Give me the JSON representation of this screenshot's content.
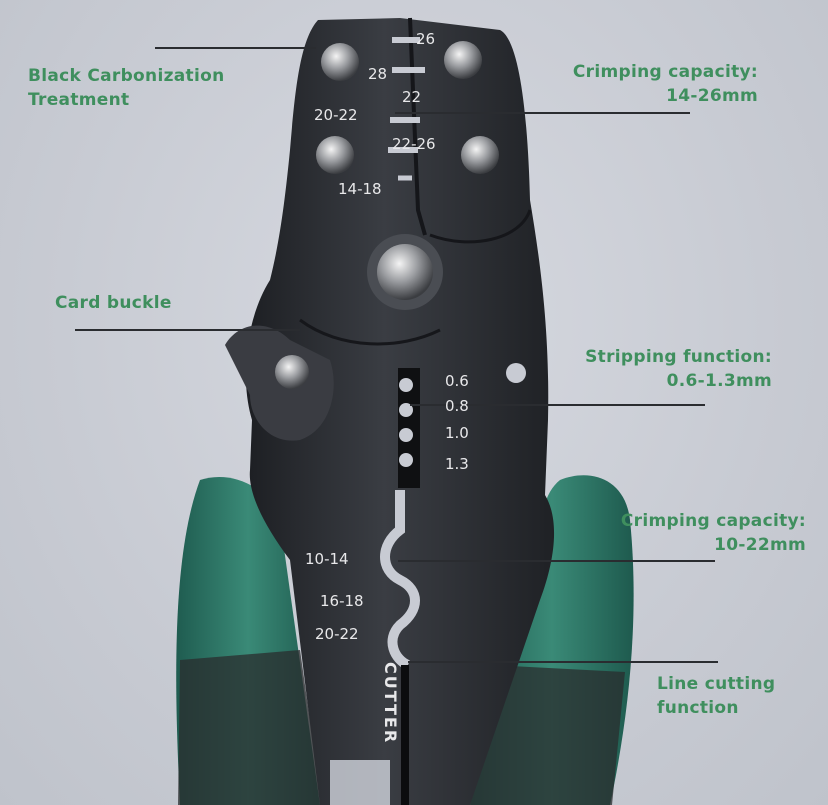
{
  "callouts": {
    "black_carbonization": {
      "line1": "Black Carbonization",
      "line2": "Treatment"
    },
    "crimping_top": {
      "line1": "Crimping capacity:",
      "line2": "14-26mm"
    },
    "card_buckle": {
      "line1": "Card buckle"
    },
    "stripping": {
      "line1": "Stripping function:",
      "line2": "0.6-1.3mm"
    },
    "crimping_bottom": {
      "line1": "Crimping capacity:",
      "line2": "10-22mm"
    },
    "line_cutting": {
      "line1": "Line cutting",
      "line2": "function"
    }
  },
  "tool_markings": {
    "top_jaw": [
      "26",
      "28",
      "22",
      "20-22",
      "22-26",
      "14-18"
    ],
    "stripper": [
      "0.6",
      "0.8",
      "1.0",
      "1.3"
    ],
    "lower_crimp": [
      "10-14",
      "16-18",
      "20-22"
    ],
    "cutter": "CUTTER"
  },
  "colors": {
    "label_green": "#3f8f5e",
    "handle_teal": "#2f7a6a",
    "steel_dark": "#2b2d31"
  }
}
